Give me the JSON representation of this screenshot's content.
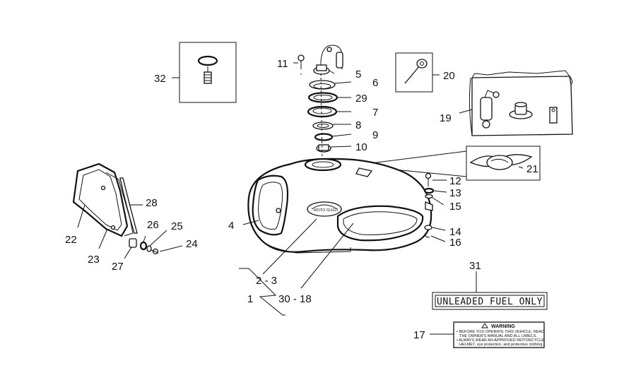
{
  "callouts": {
    "c1": "1",
    "c2_3": "2 - 3",
    "c4": "4",
    "c5": "5",
    "c6": "6",
    "c7": "7",
    "c8": "8",
    "c9": "9",
    "c10": "10",
    "c11": "11",
    "c12": "12",
    "c13": "13",
    "c14": "14",
    "c15": "15",
    "c16": "16",
    "c17": "17",
    "c19": "19",
    "c20": "20",
    "c21": "21",
    "c22": "22",
    "c23": "23",
    "c24": "24",
    "c25": "25",
    "c26": "26",
    "c27": "27",
    "c28": "28",
    "c29": "29",
    "c30_18": "30 - 18",
    "c31": "31",
    "c32": "32"
  },
  "labels": {
    "fuel_label": "UNLEADED FUEL ONLY",
    "warning_title": "WARNING",
    "warning_line1": "• BEFORE YOU OPERATE THIS VEHICLE, READ",
    "warning_line2": "THE OWNER'S MANUAL AND ALL LABELS.",
    "warning_line3": "• ALWAYS WEAR AN APPROVED MOTORCYCLE",
    "warning_line4": "HELMET, eye protection, and protective clothing."
  }
}
